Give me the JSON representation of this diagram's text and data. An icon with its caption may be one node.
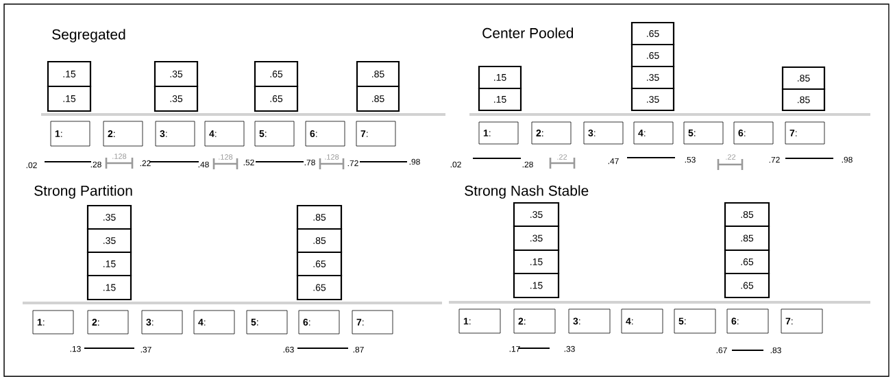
{
  "diagram": {
    "nodes": [
      {
        "text": [
          ".15"
        ]
      },
      {
        "text": [
          ".15"
        ]
      },
      {
        "text": [
          ".35"
        ]
      },
      {
        "text": [
          ".35"
        ]
      },
      {
        "text": [
          ".65"
        ]
      },
      {
        "text": [
          ".65"
        ]
      },
      {
        "text": [
          ".85"
        ]
      },
      {
        "text": [
          ".85"
        ]
      },
      {
        "text": [
          "**1**:"
        ]
      },
      {
        "text": [
          "**2**:"
        ]
      },
      {
        "text": [
          "**3**:"
        ]
      },
      {
        "text": [
          "**4**:"
        ]
      },
      {
        "text": [
          "**5**:"
        ]
      },
      {
        "text": [
          "**6**:"
        ]
      },
      {
        "text": [
          "**7**:"
        ]
      },
      {
        "text": [
          ".15"
        ]
      },
      {
        "text": [
          ".15"
        ]
      },
      {
        "text": [
          ".65"
        ]
      },
      {
        "text": [
          ".65"
        ]
      },
      {
        "text": [
          ".35"
        ]
      },
      {
        "text": [
          ".35"
        ]
      },
      {
        "text": [
          ".85"
        ]
      },
      {
        "text": [
          ".85"
        ]
      },
      {
        "text": [
          "**1**:"
        ]
      },
      {
        "text": [
          "**2**:"
        ]
      },
      {
        "text": [
          "**3**:"
        ]
      },
      {
        "text": [
          "**4**:"
        ]
      },
      {
        "text": [
          "**5**:"
        ]
      },
      {
        "text": [
          "**6**:"
        ]
      },
      {
        "text": [
          "**7**:"
        ]
      },
      {
        "text": [
          ".35"
        ]
      },
      {
        "text": [
          ".35"
        ]
      },
      {
        "text": [
          ".15"
        ]
      },
      {
        "text": [
          ".15"
        ]
      },
      {
        "text": [
          ".85"
        ]
      },
      {
        "text": [
          ".85"
        ]
      },
      {
        "text": [
          ".65"
        ]
      },
      {
        "text": [
          ".65"
        ]
      },
      {
        "text": [
          "**1**:"
        ]
      },
      {
        "text": [
          "**2**:"
        ]
      },
      {
        "text": [
          "**3**:"
        ]
      },
      {
        "text": [
          "**4**:"
        ]
      },
      {
        "text": [
          "**5**:"
        ]
      },
      {
        "text": [
          "**6**:"
        ]
      },
      {
        "text": [
          "**7**:"
        ]
      },
      {
        "text": [
          ".35"
        ]
      },
      {
        "text": [
          ".35"
        ]
      },
      {
        "text": [
          ".15"
        ]
      },
      {
        "text": [
          ".15"
        ]
      },
      {
        "text": [
          ".85"
        ]
      },
      {
        "text": [
          ".85"
        ]
      },
      {
        "text": [
          ".65"
        ]
      },
      {
        "text": [
          ".65"
        ]
      },
      {
        "text": [
          "**1**:"
        ]
      },
      {
        "text": [
          "**2**:"
        ]
      },
      {
        "text": [
          "**3**:"
        ]
      },
      {
        "text": [
          "**4**:"
        ]
      },
      {
        "text": [
          "**5**:"
        ]
      },
      {
        "text": [
          "**6**:"
        ]
      },
      {
        "text": [
          "**7**:"
        ]
      }
    ],
    "labels": [
      "Segregated",
      "Center Pooled",
      ".02",
      ".28",
      ".128",
      ".22",
      ".48",
      ".128",
      ".52",
      ".78",
      ".128",
      ".72",
      ".98",
      ".02",
      ".28",
      ".22",
      ".47",
      ".53",
      ".22",
      ".72",
      ".98",
      "Strong Partition",
      "Strong Nash Stable",
      ".13",
      ".37",
      ".63",
      ".87",
      ".17",
      ".33",
      ".67",
      ".83"
    ]
  }
}
